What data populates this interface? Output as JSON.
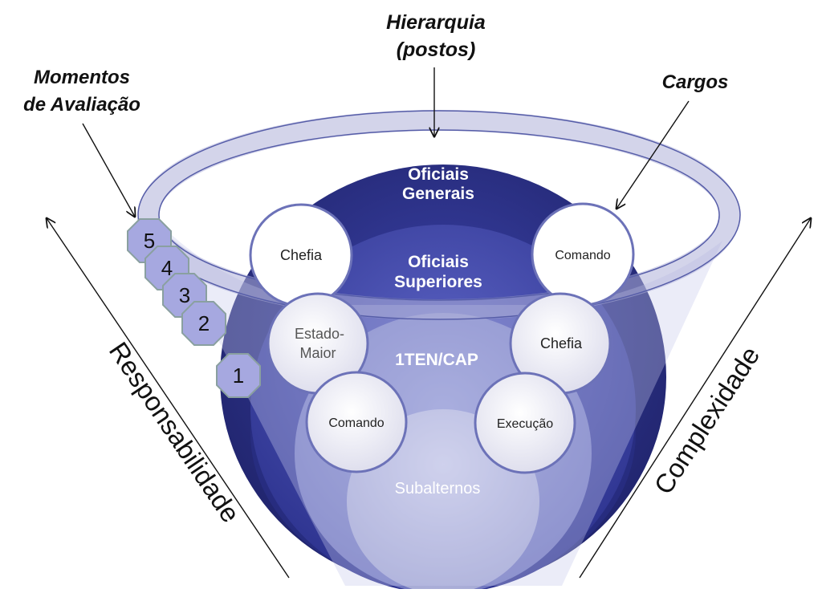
{
  "labels": {
    "hierarquia_line1": "Hierarquia",
    "hierarquia_line2": "(postos)",
    "momentos_line1": "Momentos",
    "momentos_line2": "de Avaliação",
    "cargos": "Cargos",
    "responsabilidade": "Responsabilidade",
    "complexidade": "Complexidade"
  },
  "tiers": {
    "oficiais_generais_line1": "Oficiais",
    "oficiais_generais_line2": "Generais",
    "oficiais_superiores_line1": "Oficiais",
    "oficiais_superiores_line2": "Superiores",
    "ten_cap": "1TEN/CAP",
    "subalternos": "Subalternos"
  },
  "roles": {
    "chefia_top": "Chefia",
    "comando_top": "Comando",
    "estado_maior_line1": "Estado-",
    "estado_maior_line2": "Maior",
    "chefia_mid": "Chefia",
    "comando_low": "Comando",
    "execucao": "Execução"
  },
  "moments": [
    "5",
    "4",
    "3",
    "2",
    "1"
  ],
  "colors": {
    "navy_dark": "#262a78",
    "navy_mid": "#2f3591",
    "navy_light": "#4a51b0",
    "lavender": "#9ea3d6",
    "pale": "#c9cbe6",
    "octagon_fill": "#a6a8e0",
    "octagon_stroke": "#8aa0a0"
  }
}
